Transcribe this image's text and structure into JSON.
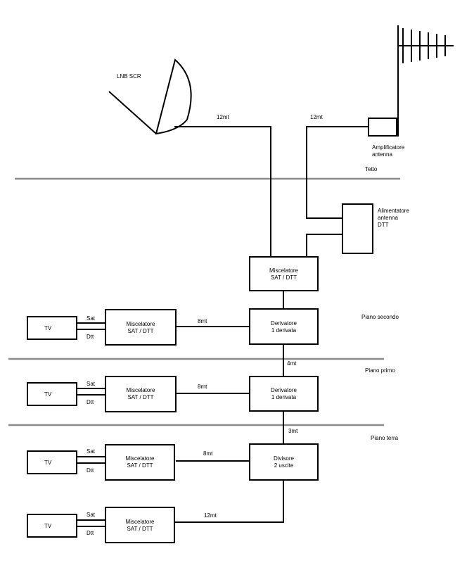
{
  "equipment": {
    "lnb": "LNB SCR",
    "amplifier": [
      "Amplificatore",
      "antenna"
    ],
    "power_supply": [
      "Alimentatore",
      "antenna",
      "DTT"
    ],
    "roof_mixer": [
      "Miscelatore",
      "SAT / DTT"
    ],
    "tap_second": [
      "Derivatore",
      "1 derivata"
    ],
    "tap_first": [
      "Derivatore",
      "1 derivata"
    ],
    "splitter": [
      "Divisore",
      "2 uscite"
    ]
  },
  "floors": {
    "roof": "Tetto",
    "second": "Piano secondo",
    "first": "Piano primo",
    "ground": "Piano terra"
  },
  "cable_lengths": {
    "dish_run": "12mt",
    "antenna_run": "12mt",
    "riser_second_first": "4mt",
    "riser_first_ground": "3mt",
    "drop_second": "8mt",
    "drop_first": "8mt",
    "drop_ground_a": "8mt",
    "drop_ground_b": "12mt"
  },
  "outlets": [
    {
      "mixer": [
        "Miscelatore",
        "SAT / DTT"
      ],
      "tv": "TV",
      "sat": "Sat",
      "dtt": "Dtt"
    },
    {
      "mixer": [
        "Miscelatore",
        "SAT / DTT"
      ],
      "tv": "TV",
      "sat": "Sat",
      "dtt": "Dtt"
    },
    {
      "mixer": [
        "Miscelatore",
        "SAT / DTT"
      ],
      "tv": "TV",
      "sat": "Sat",
      "dtt": "Dtt"
    },
    {
      "mixer": [
        "Miscelatore",
        "SAT / DTT"
      ],
      "tv": "TV",
      "sat": "Sat",
      "dtt": "Dtt"
    }
  ],
  "colors": {
    "line": "#000000",
    "floor_line": "#8c8c8c",
    "background": "#ffffff"
  }
}
